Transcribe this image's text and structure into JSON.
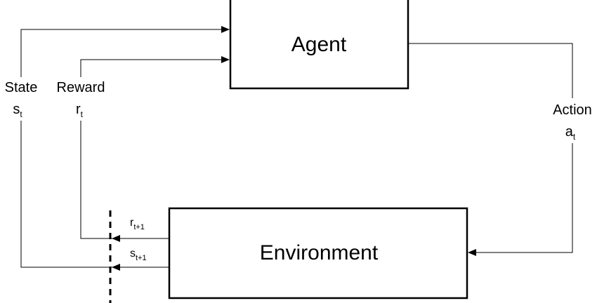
{
  "agent": {
    "label": "Agent"
  },
  "environment": {
    "label": "Environment"
  },
  "state": {
    "label": "State",
    "symbol": "s",
    "subscript": "t"
  },
  "reward": {
    "label": "Reward",
    "symbol": "r",
    "subscript": "t"
  },
  "action": {
    "label": "Action",
    "symbol": "a",
    "subscript": "t"
  },
  "next_reward": {
    "symbol": "r",
    "subscript": "t+1"
  },
  "next_state": {
    "symbol": "s",
    "subscript": "t+1"
  }
}
